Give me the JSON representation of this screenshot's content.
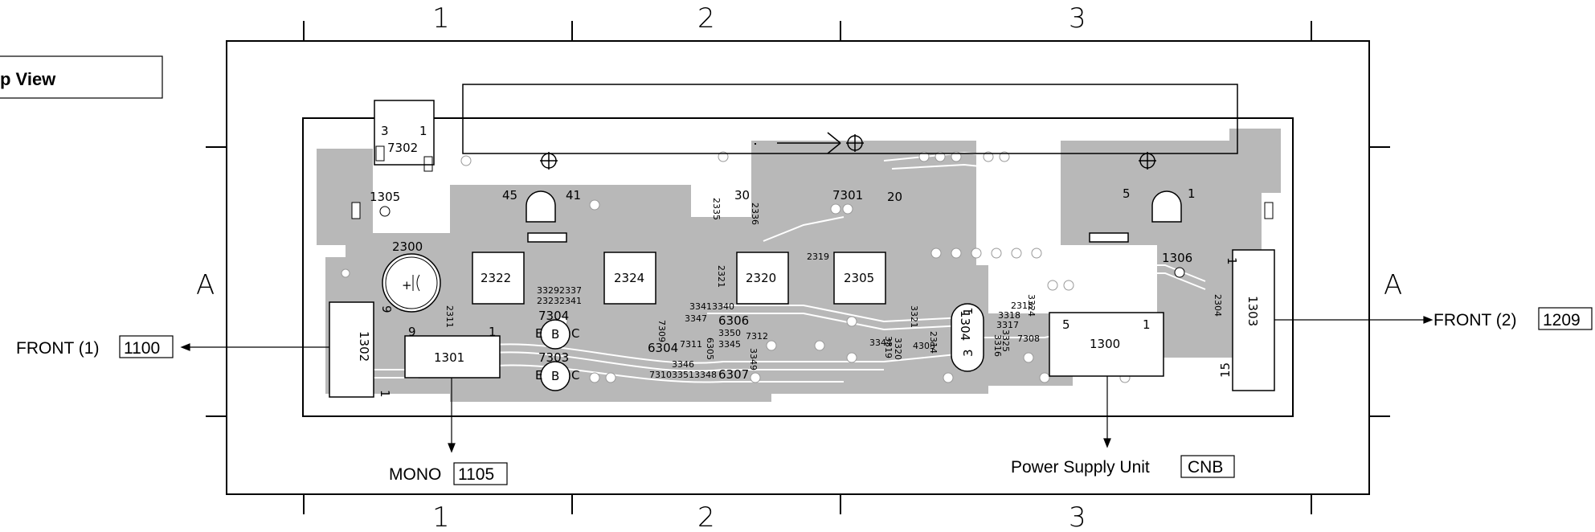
{
  "view_title": "p View",
  "grid": {
    "columns_top": [
      "1",
      "2",
      "3"
    ],
    "columns_bottom": [
      "1",
      "2",
      "3"
    ],
    "row_left": "A",
    "row_right": "A"
  },
  "connectors": {
    "front1": {
      "label": "FRONT (1)",
      "ref": "1100"
    },
    "front2": {
      "label": "FRONT (2)",
      "ref": "1209"
    },
    "mono": {
      "label": "MONO",
      "ref": "1105"
    },
    "psu": {
      "label": "Power Supply Unit",
      "ref": "CNB"
    }
  },
  "components": {
    "c7302": "7302",
    "c7302_p3": "3",
    "c7302_p1": "1",
    "c1305": "1305",
    "c2300": "2300",
    "c2322": "2322",
    "c2324": "2324",
    "c2320": "2320",
    "c2305": "2305",
    "c1301": "1301",
    "c1301_p9": "9",
    "c1301_p1": "1",
    "c1302": "1302",
    "c1302_p9": "9",
    "c1302_p1": "1",
    "c1300": "1300",
    "c1300_p5": "5",
    "c1300_p1": "1",
    "c1303": "1303",
    "c1303_p1": "1",
    "c1303_p15": "15",
    "c1304": "1304",
    "c1304_p3": "3",
    "c1304_p1": "1",
    "c1306": "1306",
    "c7301": "7301",
    "pin45": "45",
    "pin41": "41",
    "pin30": "30",
    "pin20": "20",
    "pin5": "5",
    "pin1": "1",
    "c7304": "7304",
    "c7303": "7303",
    "c6304": "6304",
    "c6306": "6306",
    "c6307": "6307",
    "c7309": "7309",
    "c7310": "7310",
    "c7311": "7311",
    "c7312": "7312",
    "c7308": "7308",
    "c3329": "3329",
    "c2337": "2337",
    "c2323": "2323",
    "c2341": "2341",
    "c3341": "3341",
    "c3340": "3340",
    "c3347": "3347",
    "c3350": "3350",
    "c3345": "3345",
    "c3346": "3346",
    "c3351": "3351",
    "c3348": "3348",
    "c3349": "3349",
    "c6305": "6305",
    "c2335": "2335",
    "c2336": "2336",
    "c2319": "2319",
    "c2321": "2321",
    "c2311": "2311",
    "c2315": "2315",
    "c3326": "3326",
    "c3324": "3324",
    "c3318": "3318",
    "c3317": "3317",
    "c3316": "3316",
    "c3325": "3325",
    "c3344": "3344",
    "c3319": "3319",
    "c3320": "3320",
    "c4303": "4303",
    "c2314": "2314",
    "c3321": "3321",
    "c2304": "2304"
  },
  "colors": {
    "copper": "#b8b8b8",
    "line": "#000000",
    "trace_edge": "#ffffff"
  }
}
